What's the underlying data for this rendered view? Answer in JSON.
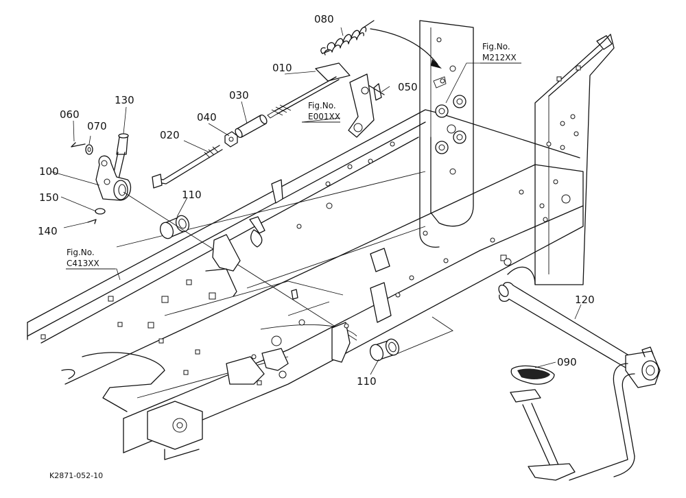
{
  "diagram": {
    "drawing_code": "K2871-052-10",
    "callouts": {
      "p010": "010",
      "p020": "020",
      "p030": "030",
      "p040": "040",
      "p050": "050",
      "p060": "060",
      "p070": "070",
      "p080": "080",
      "p090": "090",
      "p100": "100",
      "p110a": "110",
      "p110b": "110",
      "p120": "120",
      "p130": "130",
      "p140": "140",
      "p150": "150"
    },
    "figure_refs": {
      "m212": {
        "label": "Fig.No.",
        "number": "M212XX"
      },
      "e001": {
        "label": "Fig.No.",
        "number": "E001XX"
      },
      "c413": {
        "label": "Fig.No.",
        "number": "C413XX"
      }
    }
  }
}
